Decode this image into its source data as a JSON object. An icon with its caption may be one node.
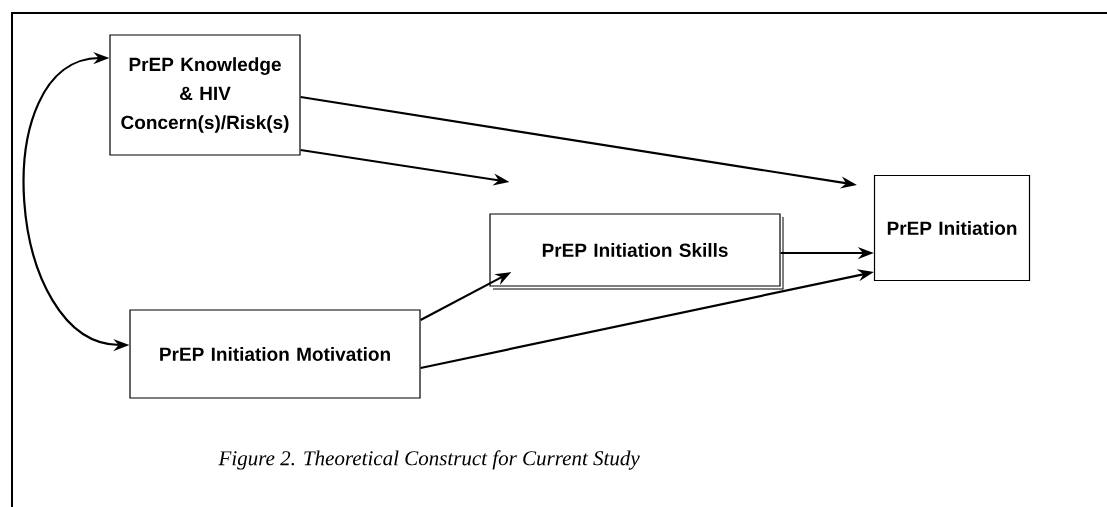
{
  "diagram": {
    "caption": "Figure 2.  Theoretical Construct for Current Study",
    "nodes": [
      {
        "text": [
          "PrEP Knowledge & HIV Concern(s)/Risk(s)"
        ]
      },
      {
        "text": [
          "PrEP Initiation Skills"
        ]
      },
      {
        "text": [
          "PrEP Initiation"
        ]
      },
      {
        "text": [
          "PrEP Initiation Motivation"
        ]
      }
    ],
    "edges": [
      {
        "from": 0,
        "to": 2,
        "arrow": "to"
      },
      {
        "from": 0,
        "to": 1,
        "arrow": "to"
      },
      {
        "from": 1,
        "to": 2,
        "arrow": "to"
      },
      {
        "from": 3,
        "to": 1,
        "arrow": "to"
      },
      {
        "from": 3,
        "to": 2,
        "arrow": "to"
      },
      {
        "from": 3,
        "to": 0,
        "arrow": "both"
      }
    ]
  }
}
